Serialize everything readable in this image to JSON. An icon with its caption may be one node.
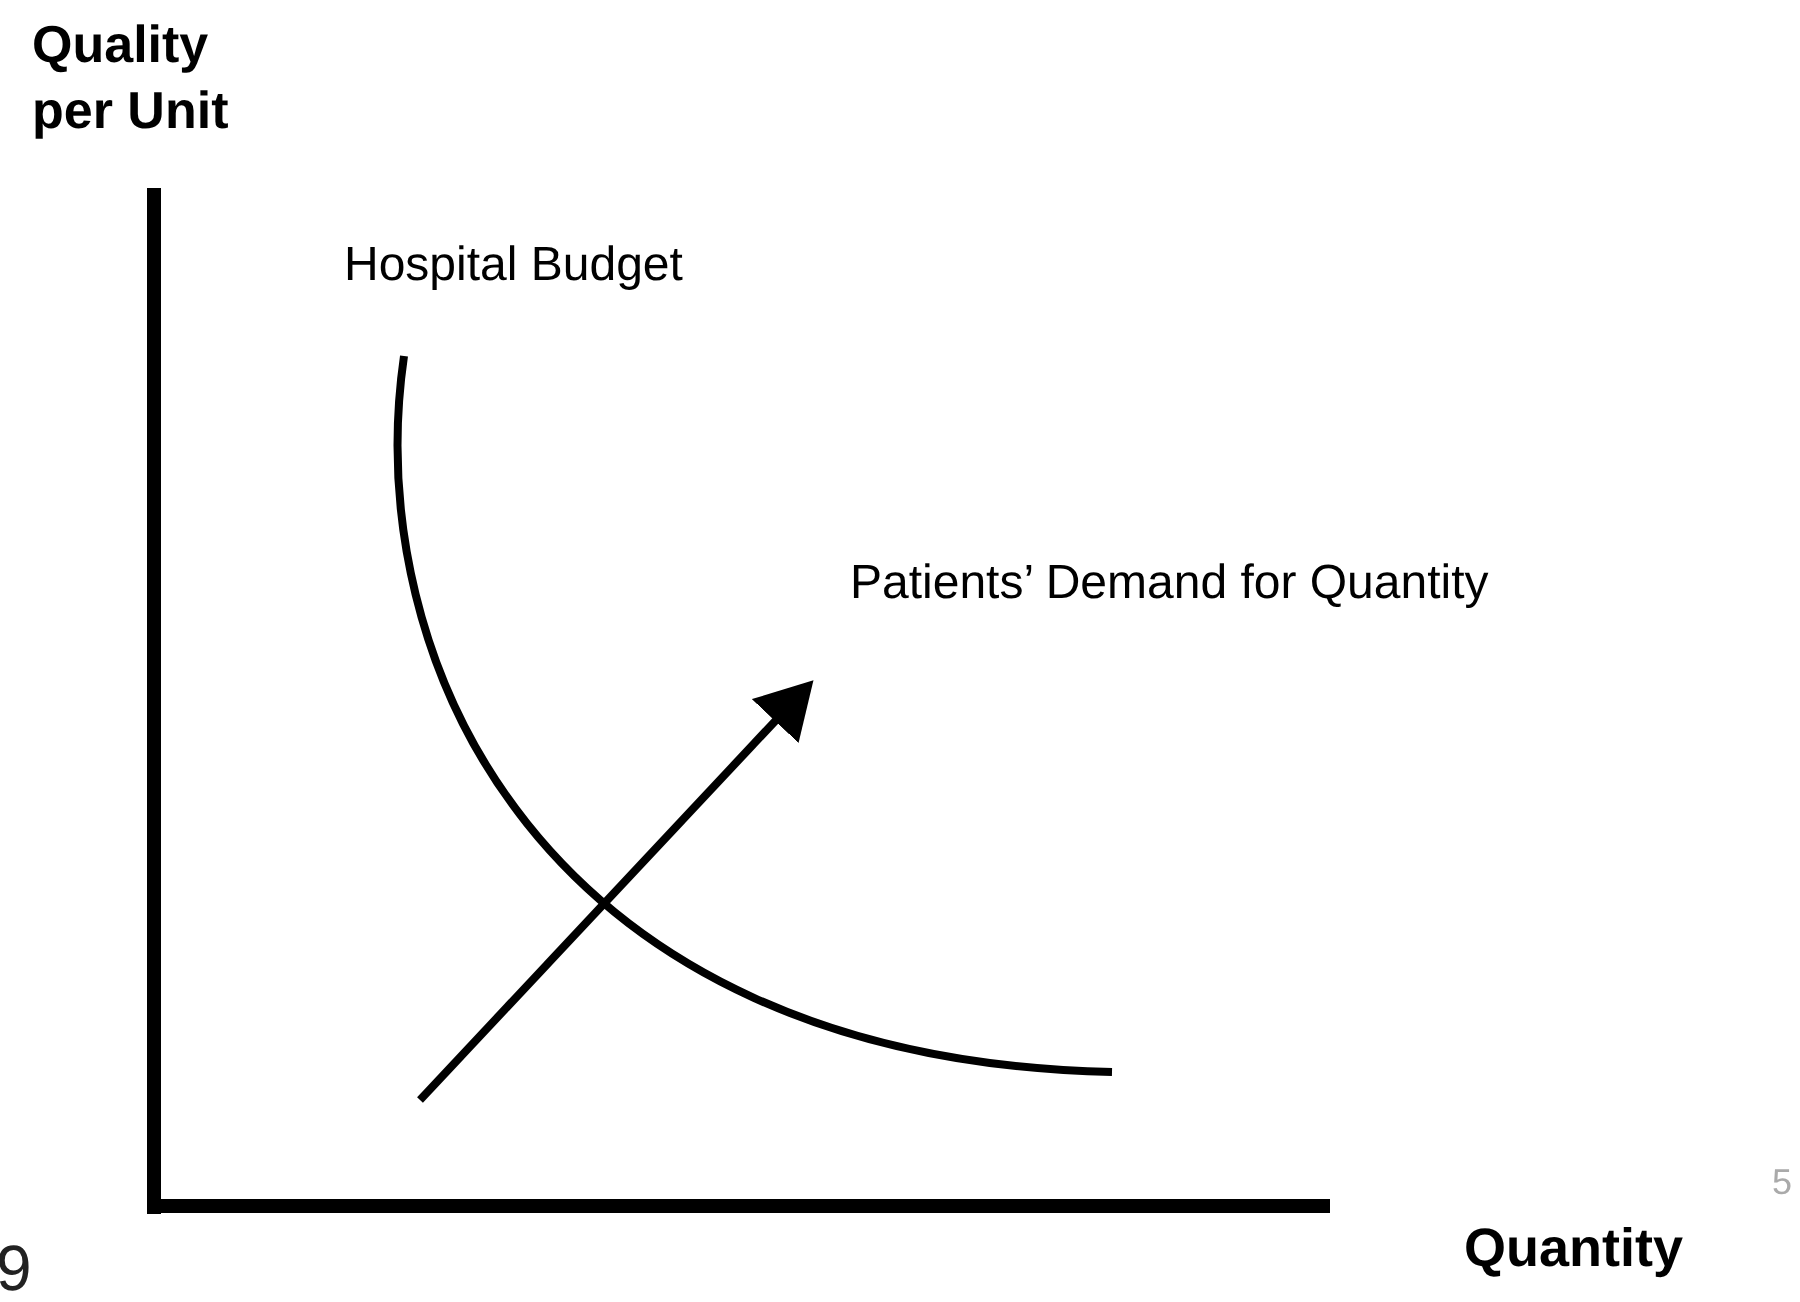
{
  "diagram": {
    "labels": [
      "Quality per Unit",
      "Hospital Budget",
      "Patients’ Demand for Quantity",
      "Quantity",
      "9",
      "5"
    ]
  }
}
